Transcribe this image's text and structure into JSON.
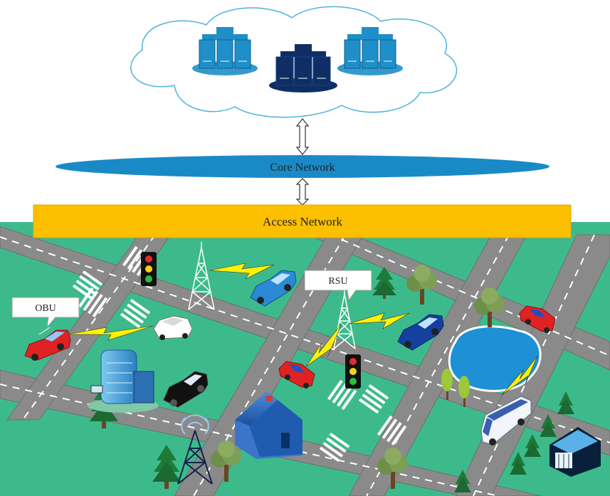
{
  "layers": {
    "core_network_label": "Core Network",
    "access_network_label": "Access Network"
  },
  "callouts": {
    "obu_label": "OBU",
    "rsu_label": "RSU"
  },
  "colors": {
    "ground": "#3dba8c",
    "road": "#8a8a8a",
    "road_edge": "#6f6f6f",
    "core_network": "#1a8ac6",
    "access_network": "#fcc000",
    "server_light": "#1e8fc9",
    "server_dark": "#0f2e66",
    "wireless_link": "#fff200",
    "cloud_stroke": "#4fb3d9"
  },
  "icons": [
    "cloud-icon",
    "server-rack-icon",
    "tower-icon",
    "traffic-light-icon",
    "car-icon",
    "bus-icon",
    "tree-icon",
    "building-icon",
    "house-icon",
    "lake-icon",
    "lightning-link-icon",
    "double-arrow-icon"
  ]
}
